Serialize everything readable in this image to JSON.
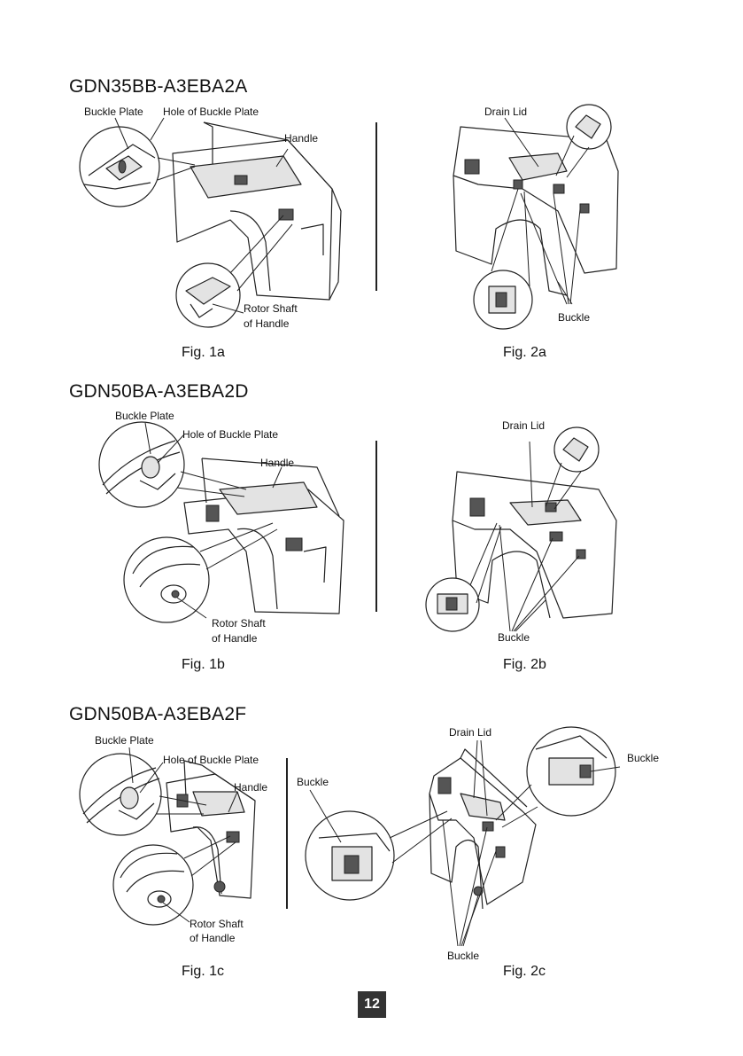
{
  "sections": [
    {
      "model": "GDN35BB-A3EBA2A",
      "fig1": {
        "caption": "Fig. 1a",
        "buckle_plate": "Buckle Plate",
        "hole": "Hole of Buckle Plate",
        "handle": "Handle",
        "rotor_1": "Rotor Shaft",
        "rotor_2": "of Handle"
      },
      "fig2": {
        "caption": "Fig. 2a",
        "drain_lid": "Drain Lid",
        "buckle": "Buckle"
      }
    },
    {
      "model": "GDN50BA-A3EBA2D",
      "fig1": {
        "caption": "Fig. 1b",
        "buckle_plate": "Buckle Plate",
        "hole": "Hole of Buckle Plate",
        "handle": "Handle",
        "rotor_1": "Rotor Shaft",
        "rotor_2": "of Handle"
      },
      "fig2": {
        "caption": "Fig. 2b",
        "drain_lid": "Drain Lid",
        "buckle": "Buckle"
      }
    },
    {
      "model": "GDN50BA-A3EBA2F",
      "fig1": {
        "caption": "Fig. 1c",
        "buckle_plate": "Buckle Plate",
        "hole": "Hole of Buckle Plate",
        "handle": "Handle",
        "rotor_1": "Rotor Shaft",
        "rotor_2": "of Handle"
      },
      "fig2": {
        "caption": "Fig. 2c",
        "drain_lid": "Drain Lid",
        "buckle_left": "Buckle",
        "buckle_right": "Buckle",
        "buckle_bottom": "Buckle"
      }
    }
  ],
  "page_number": "12"
}
